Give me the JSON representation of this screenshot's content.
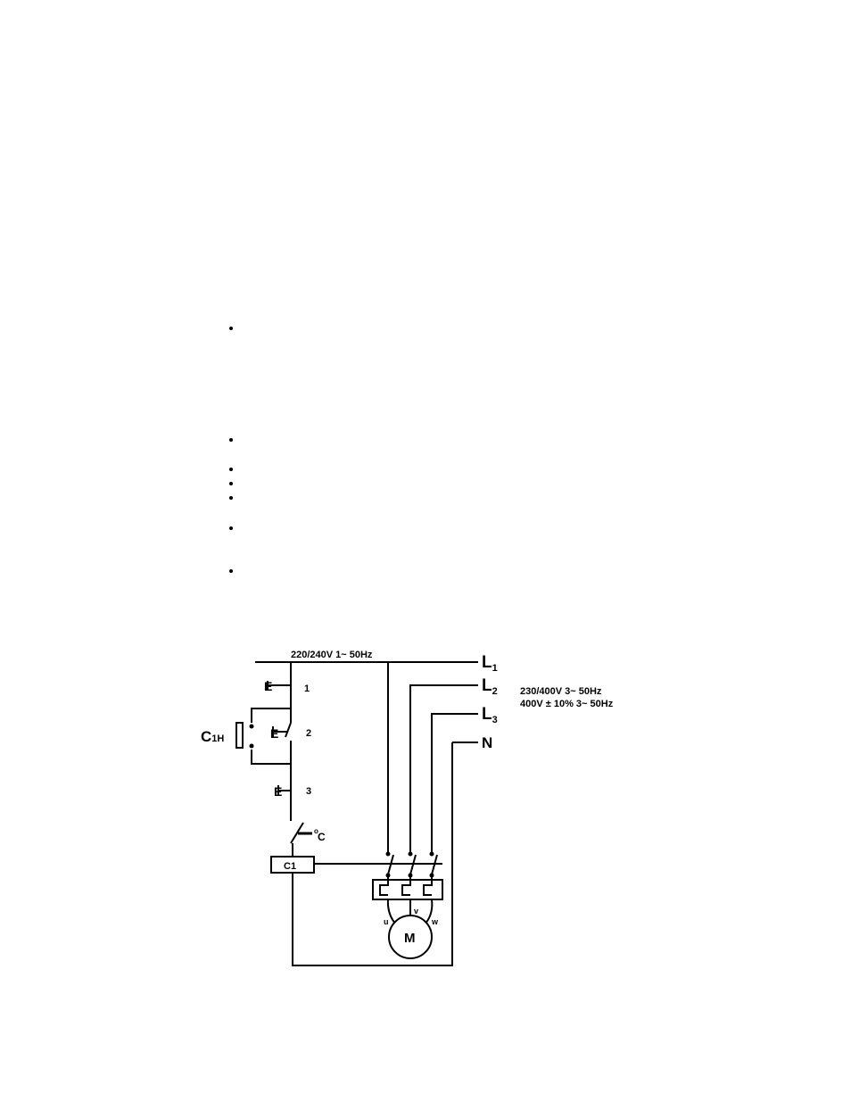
{
  "supply": {
    "single_phase": "220/240V 1~ 50Hz",
    "three_phase_line1": "230/400V 3~ 50Hz",
    "three_phase_line2": "400V ± 10% 3~ 50Hz"
  },
  "lines": {
    "l1": {
      "letter": "L",
      "sub": "1"
    },
    "l2": {
      "letter": "L",
      "sub": "2"
    },
    "l3": {
      "letter": "L",
      "sub": "3"
    },
    "n": "N"
  },
  "buttons": {
    "b1": "1",
    "b2": "2",
    "b3": "3"
  },
  "hold_contact": {
    "letter": "C",
    "sub": "1H"
  },
  "thermostat": {
    "sup": "o",
    "letter": "C"
  },
  "contactor_coil": "C1",
  "motor": {
    "label": "M",
    "u": "u",
    "v": "v",
    "w": "w"
  },
  "button_symbol": "E"
}
